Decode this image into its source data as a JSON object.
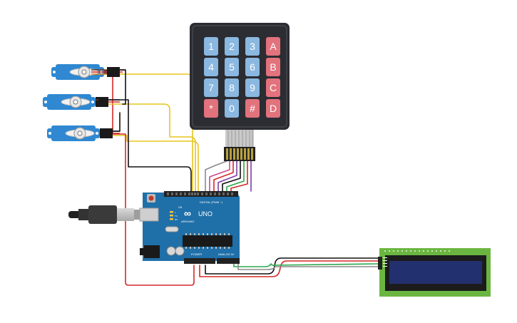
{
  "keypad": {
    "keys": [
      "1",
      "2",
      "3",
      "A",
      "4",
      "5",
      "6",
      "B",
      "7",
      "8",
      "9",
      "C",
      "*",
      "0",
      "#",
      "D"
    ]
  },
  "arduino": {
    "logo_text": "ARDUINO",
    "model_text": "UNO",
    "digital_label": "DIGITAL (PWM ~)",
    "power_label": "POWER",
    "analog_label": "ANALOG IN",
    "led_labels": [
      "L",
      "TX",
      "RX"
    ],
    "on_label": "ON"
  },
  "servos": [
    {
      "id": "servo-1"
    },
    {
      "id": "servo-2"
    },
    {
      "id": "servo-3"
    }
  ],
  "lcd": {
    "id": "lcd-16x2"
  },
  "colors": {
    "keypad_body": "#2b2d33",
    "key_blue": "#8ab8e0",
    "key_red": "#e2727c",
    "board": "#1f6fa8",
    "servo": "#2f88d1",
    "lcd_frame": "#6bb640",
    "lcd_screen": "#23306f",
    "wire_yellow": "#e6c51d",
    "wire_black": "#111111",
    "wire_red": "#d62828",
    "wire_green": "#2aa84a",
    "wire_purple": "#7d3ea6",
    "wire_pink": "#c94b8c",
    "wire_gray": "#8a8a8a"
  }
}
